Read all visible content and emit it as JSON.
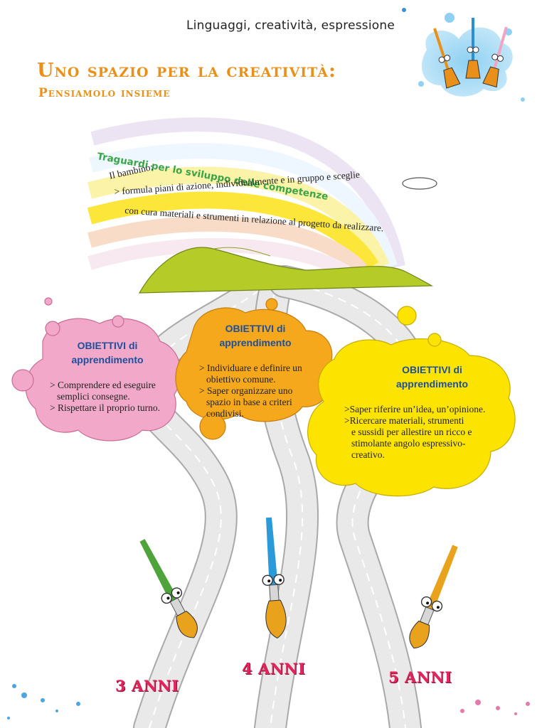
{
  "header": {
    "subject": "Linguaggi, creatività, espressione"
  },
  "title": "Uno spazio per la creatività:",
  "subtitle": "Pensiamolo insieme",
  "rainbow": {
    "heading": "Traguardi per lo sviluppo delle competenze",
    "line1": "Il bambino:",
    "line2": "> formula piani di azione, individualmente e in gruppo e sceglie",
    "line3": "con cura materiali e strumenti in relazione al progetto da realizzare."
  },
  "objectives": [
    {
      "title_line1": "OBIETTIVI di",
      "title_line2": "apprendimento",
      "items": [
        "> Comprendere ed eseguire",
        "semplici consegne.",
        "> Rispettare il proprio turno."
      ],
      "color": "#f2a9c9"
    },
    {
      "title_line1": "OBIETTIVI di",
      "title_line2": "apprendimento",
      "items": [
        "> Individuare e definire un",
        "obiettivo comune.",
        "> Saper organizzare uno",
        "spazio in base a criteri",
        "condivisi."
      ],
      "color": "#f5a81c"
    },
    {
      "title_line1": "OBIETTIVI di",
      "title_line2": "apprendimento",
      "items": [
        ">Saper riferire un’idea, un’opinione.",
        ">Ricercare materiali, strumenti",
        "e sussidi per allestire un ricco e",
        "stimolante angolo espressivo-",
        "creativo."
      ],
      "color": "#fde400"
    }
  ],
  "ages": [
    "3 ANNI",
    "4 ANNI",
    "5 ANNI"
  ],
  "colors": {
    "title": "#e8901a",
    "objective_title": "#1d4f9c",
    "age_label": "#e4245c",
    "hill": "#b5cc28",
    "road": "#e9e9e9"
  },
  "icons": [
    "brush-character-icon",
    "paint-splash-icon"
  ]
}
